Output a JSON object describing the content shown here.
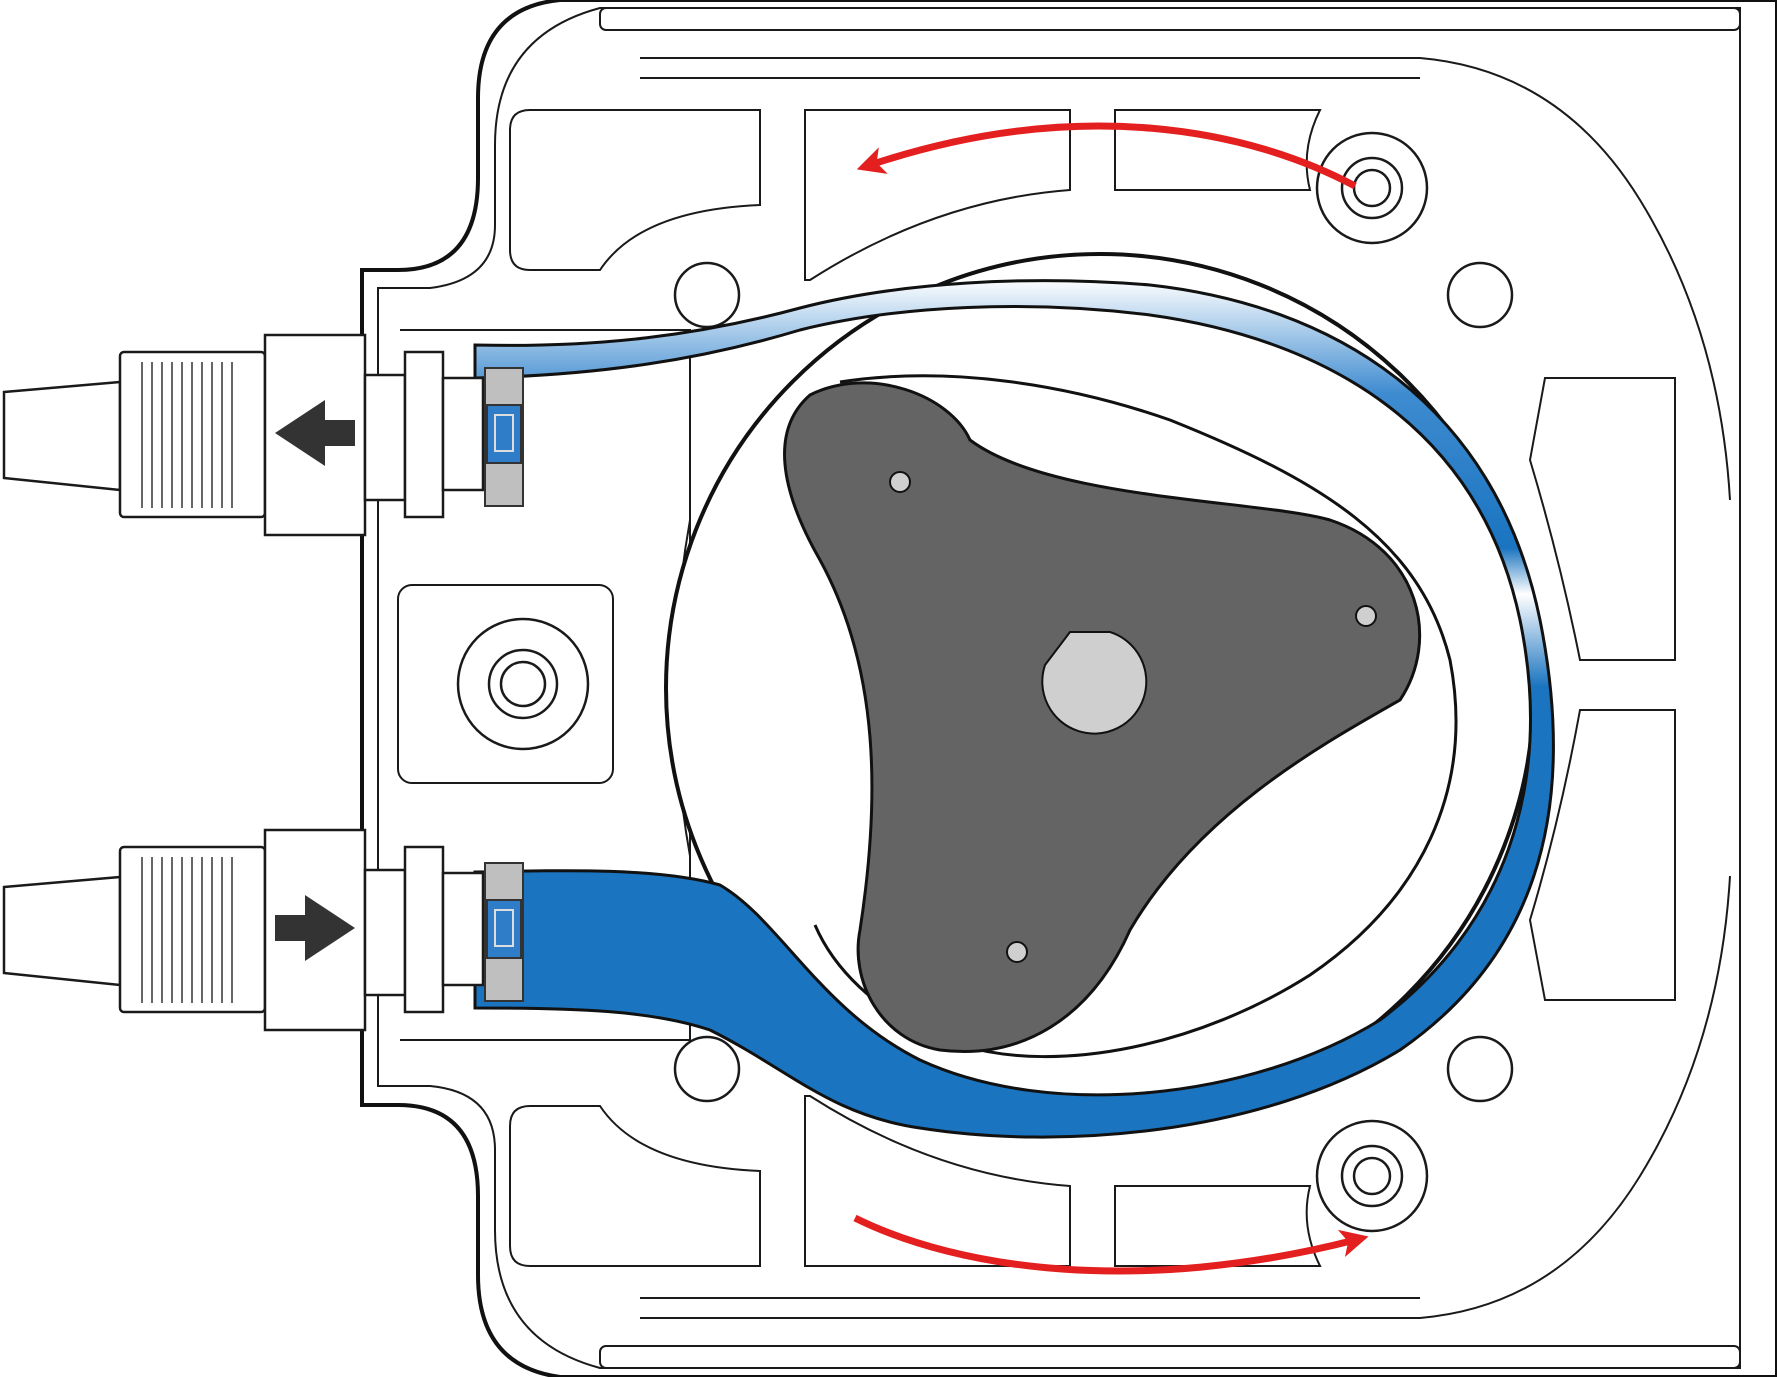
{
  "figure": {
    "type": "peristaltic-pump-cross-section",
    "colors": {
      "outline": "#1a1a1a",
      "background": "#ffffff",
      "tube_blue": "#1a74c0",
      "tube_highlight": "#ffffff",
      "rotor": "#646464",
      "hub": "#cfcfcf",
      "clamp": "#bfbfbf",
      "clamp_window": "#2f7cc8",
      "rotation_arrow": "#e41f1f",
      "flow_arrow": "#333333"
    },
    "labels": [],
    "components": [
      "housing",
      "rotor",
      "rotor-hub",
      "roller-pins",
      "pump-tube",
      "tube-clamps",
      "hose-connectors",
      "flow-direction-arrows",
      "rotation-arrows",
      "mounting-holes"
    ]
  }
}
